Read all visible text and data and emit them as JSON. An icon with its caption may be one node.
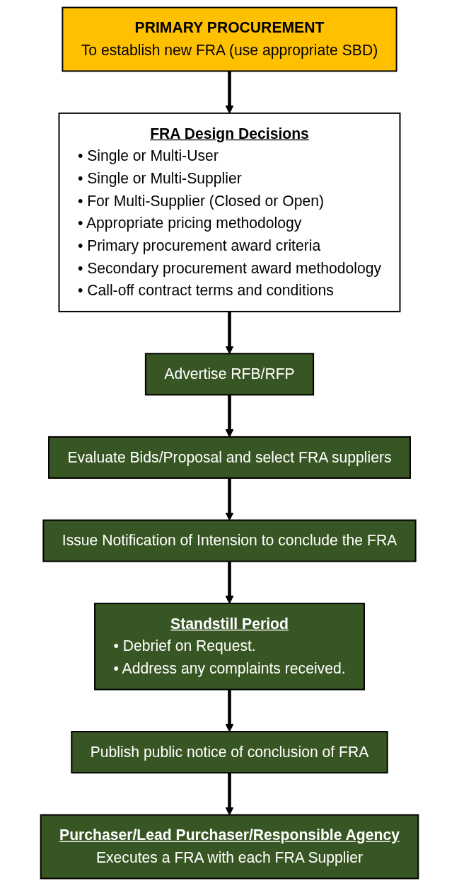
{
  "diagram": {
    "nodes": [
      {
        "text": [
          "PRIMARY PROCUREMENT",
          "To establish new FRA (use appropriate SBD)"
        ]
      },
      {
        "text": [
          "FRA Design Decisions",
          "• Single or Multi-User",
          "• Single or Multi-Supplier",
          "• For Multi-Supplier (Closed or Open)",
          "• Appropriate pricing methodology",
          "• Primary procurement award criteria",
          "• Secondary procurement award methodology",
          "• Call-off contract terms and conditions"
        ]
      },
      {
        "text": [
          "Advertise RFB/RFP"
        ]
      },
      {
        "text": [
          "Evaluate Bids/Proposal and select FRA suppliers"
        ]
      },
      {
        "text": [
          "Issue Notification of Intension to conclude the FRA"
        ]
      },
      {
        "text": [
          "Standstill Period",
          "• Debrief on Request.",
          "• Address any complaints received."
        ]
      },
      {
        "text": [
          "Publish public notice of conclusion of FRA"
        ]
      },
      {
        "text": [
          "Purchaser/Lead Purchaser/Responsible Agency",
          "Executes a FRA with each FRA Supplier"
        ]
      }
    ],
    "edges": [
      {
        "from": 0,
        "to": 1,
        "arrow": "to"
      },
      {
        "from": 1,
        "to": 2,
        "arrow": "to"
      },
      {
        "from": 2,
        "to": 3,
        "arrow": "to"
      },
      {
        "from": 3,
        "to": 4,
        "arrow": "to"
      },
      {
        "from": 4,
        "to": 5,
        "arrow": "to"
      },
      {
        "from": 5,
        "to": 6,
        "arrow": "to"
      },
      {
        "from": 6,
        "to": 7,
        "arrow": "to"
      }
    ]
  }
}
